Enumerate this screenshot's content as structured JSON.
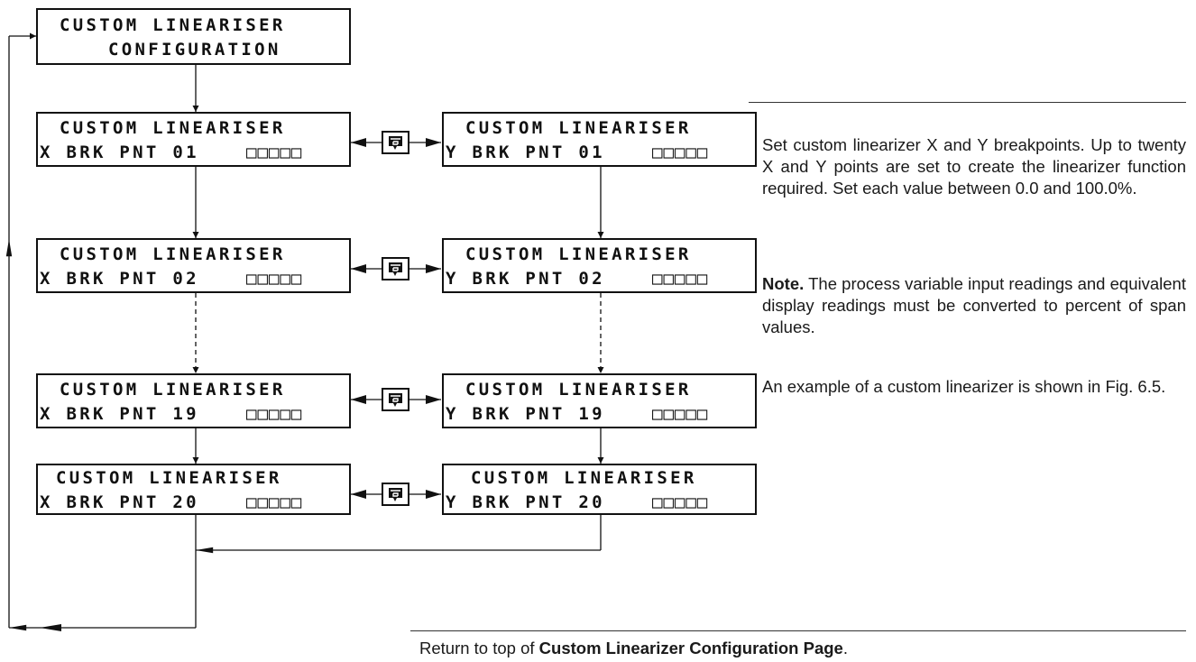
{
  "header": {
    "line1": "CUSTOM LINEARISER",
    "line2": "CONFIGURATION"
  },
  "rows": [
    {
      "title": "CUSTOM LINEARISER",
      "x": "X BRK PNT 01",
      "y": "Y BRK PNT 01",
      "value": "□□□□□"
    },
    {
      "title": "CUSTOM LINEARISER",
      "x": "X BRK PNT 02",
      "y": "Y BRK PNT 02",
      "value": "□□□□□"
    },
    {
      "title": "CUSTOM LINEARISER",
      "x": "X BRK PNT 19",
      "y": "Y BRK PNT 19",
      "value": "□□□□□"
    },
    {
      "title": "CUSTOM LINEARISER",
      "x": "X BRK PNT 20",
      "y": "Y BRK PNT 20",
      "value": "□□□□□"
    }
  ],
  "text": {
    "p1": "Set custom linearizer X and Y breakpoints. Up to twenty X and Y points are set to create the linearizer function required. Set each value between 0.0 and 100.0%.",
    "note_label": "Note.",
    "note_body": " The process variable input readings and equivalent display readings must be converted to percent of span values.",
    "p3": "An example of a custom linearizer is shown in Fig. 6.5.",
    "footer_pre": "Return to top of ",
    "footer_bold": "Custom Linearizer Configuration Page",
    "footer_post": "."
  },
  "icons": {
    "toggle": "cycle-key-icon"
  }
}
